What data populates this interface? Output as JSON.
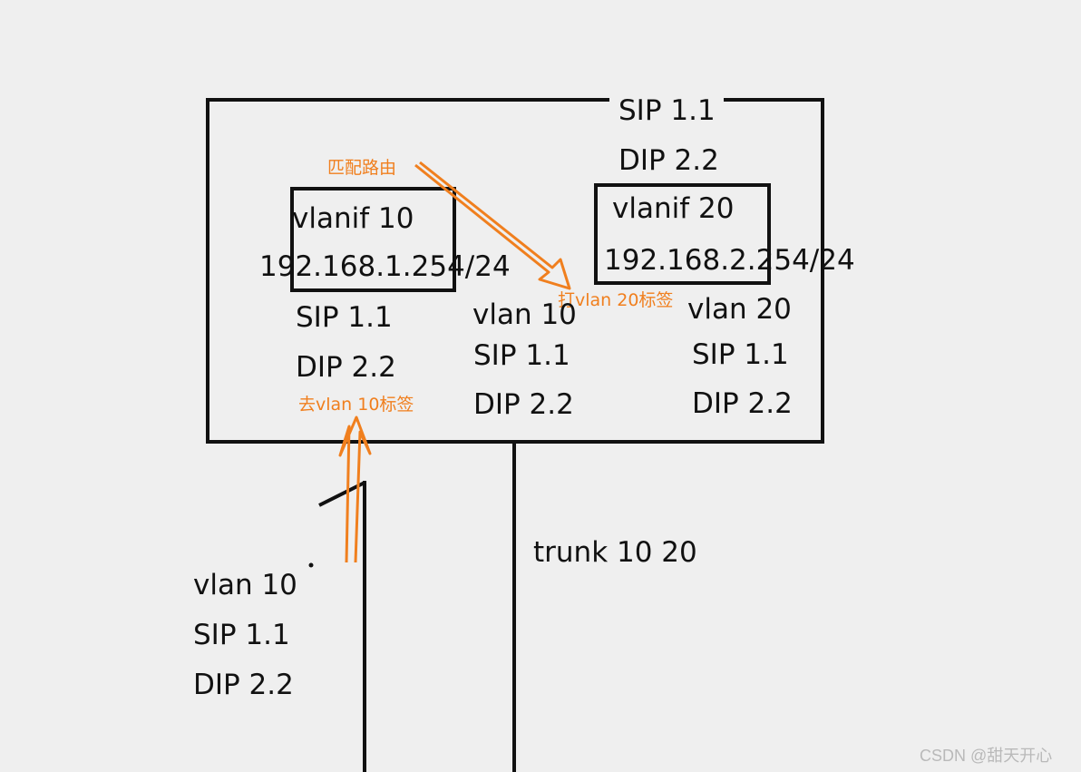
{
  "router_top": {
    "sip": "SIP 1.1",
    "dip": "DIP 2.2"
  },
  "vlanif10": {
    "name": "vlanif 10",
    "ip": "192.168.1.254/24"
  },
  "vlanif20": {
    "name": "vlanif 20",
    "ip": "192.168.2.254/24"
  },
  "annotations": {
    "match_route": "匹配路由",
    "tag_vlan20": "打vlan 20标签",
    "untag_vlan10": "去vlan 10标签"
  },
  "packet_in_left": {
    "sip": "SIP 1.1",
    "dip": "DIP 2.2"
  },
  "packet_in_mid": {
    "vlan": "vlan 10",
    "sip": "SIP 1.1",
    "dip": "DIP 2.2"
  },
  "packet_in_right": {
    "vlan": "vlan 20",
    "sip": "SIP 1.1",
    "dip": "DIP 2.2"
  },
  "packet_outside": {
    "vlan": "vlan 10",
    "sip": "SIP 1.1",
    "dip": "DIP 2.2"
  },
  "trunk_label": "trunk 10 20",
  "watermark": "CSDN @甜天开心",
  "colors": {
    "annotation": "#f07f1e",
    "line": "#111111"
  }
}
